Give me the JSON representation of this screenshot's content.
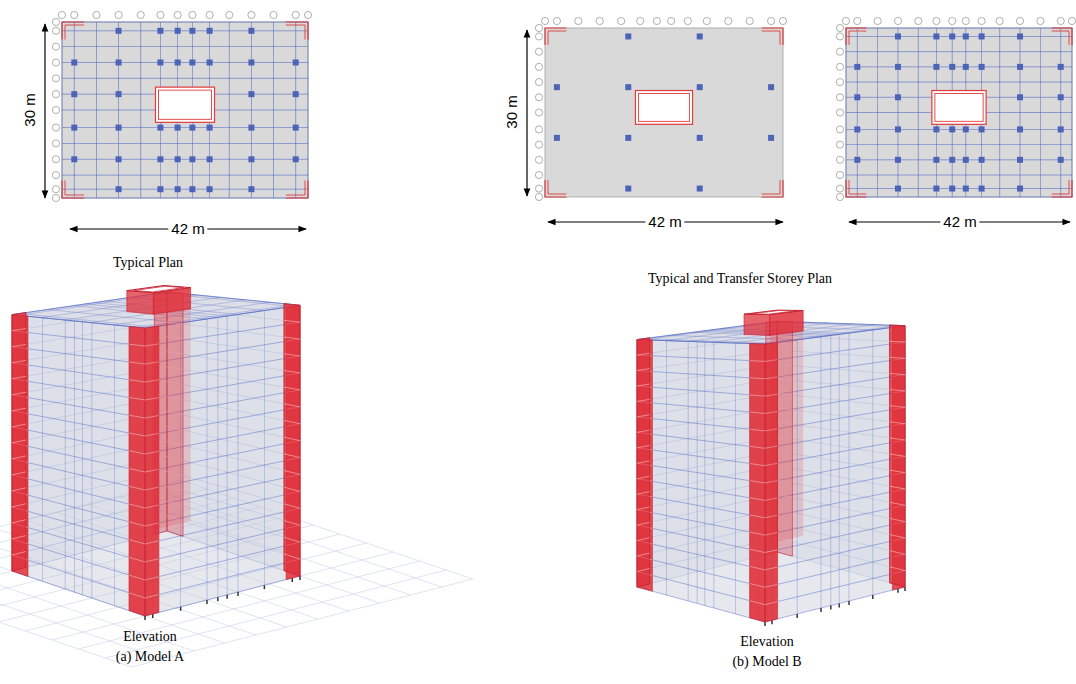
{
  "diagram": {
    "labels": [
      "30 m",
      "42 m",
      "Typical Plan",
      "30 m",
      "42 m",
      "42 m",
      "Typical and Transfer Storey Plan",
      "Elevation",
      "(a) Model A",
      "Elevation",
      "(b) Model B"
    ]
  }
}
